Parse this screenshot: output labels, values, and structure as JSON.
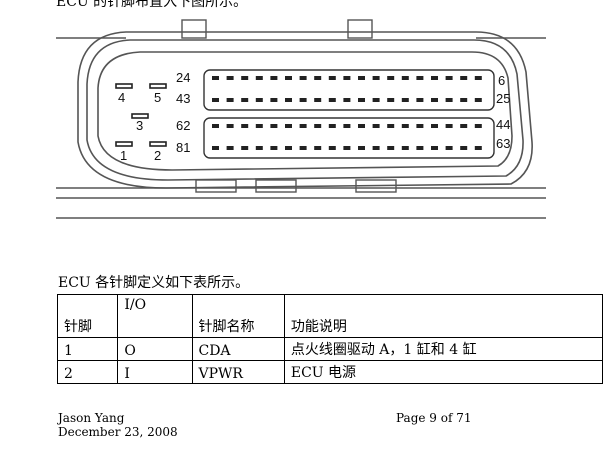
{
  "top_text": "ECU 的针脚布置入下图所示。",
  "diagram": {
    "pin_labels": {
      "p24": "24",
      "p43": "43",
      "p62": "62",
      "p81": "81",
      "p6": "6",
      "p25": "25",
      "p44": "44",
      "p63": "63",
      "p4": "4",
      "p5": "5",
      "p3": "3",
      "p1": "1",
      "p2": "2"
    }
  },
  "caption": "ECU 各针脚定义如下表所示。",
  "table": {
    "headers": {
      "pin": "针脚",
      "io": "I/O",
      "name": "针脚名称",
      "desc": "功能说明"
    },
    "rows": [
      {
        "pin": "1",
        "io": "O",
        "name": "CDA",
        "desc": "点火线圈驱动 A，1 缸和 4 缸"
      },
      {
        "pin": "2",
        "io": "I",
        "name": "VPWR",
        "desc": "ECU 电源"
      }
    ]
  },
  "footer": {
    "author": "Jason Yang",
    "date": "December 23, 2008",
    "page": "Page 9 of 71"
  }
}
